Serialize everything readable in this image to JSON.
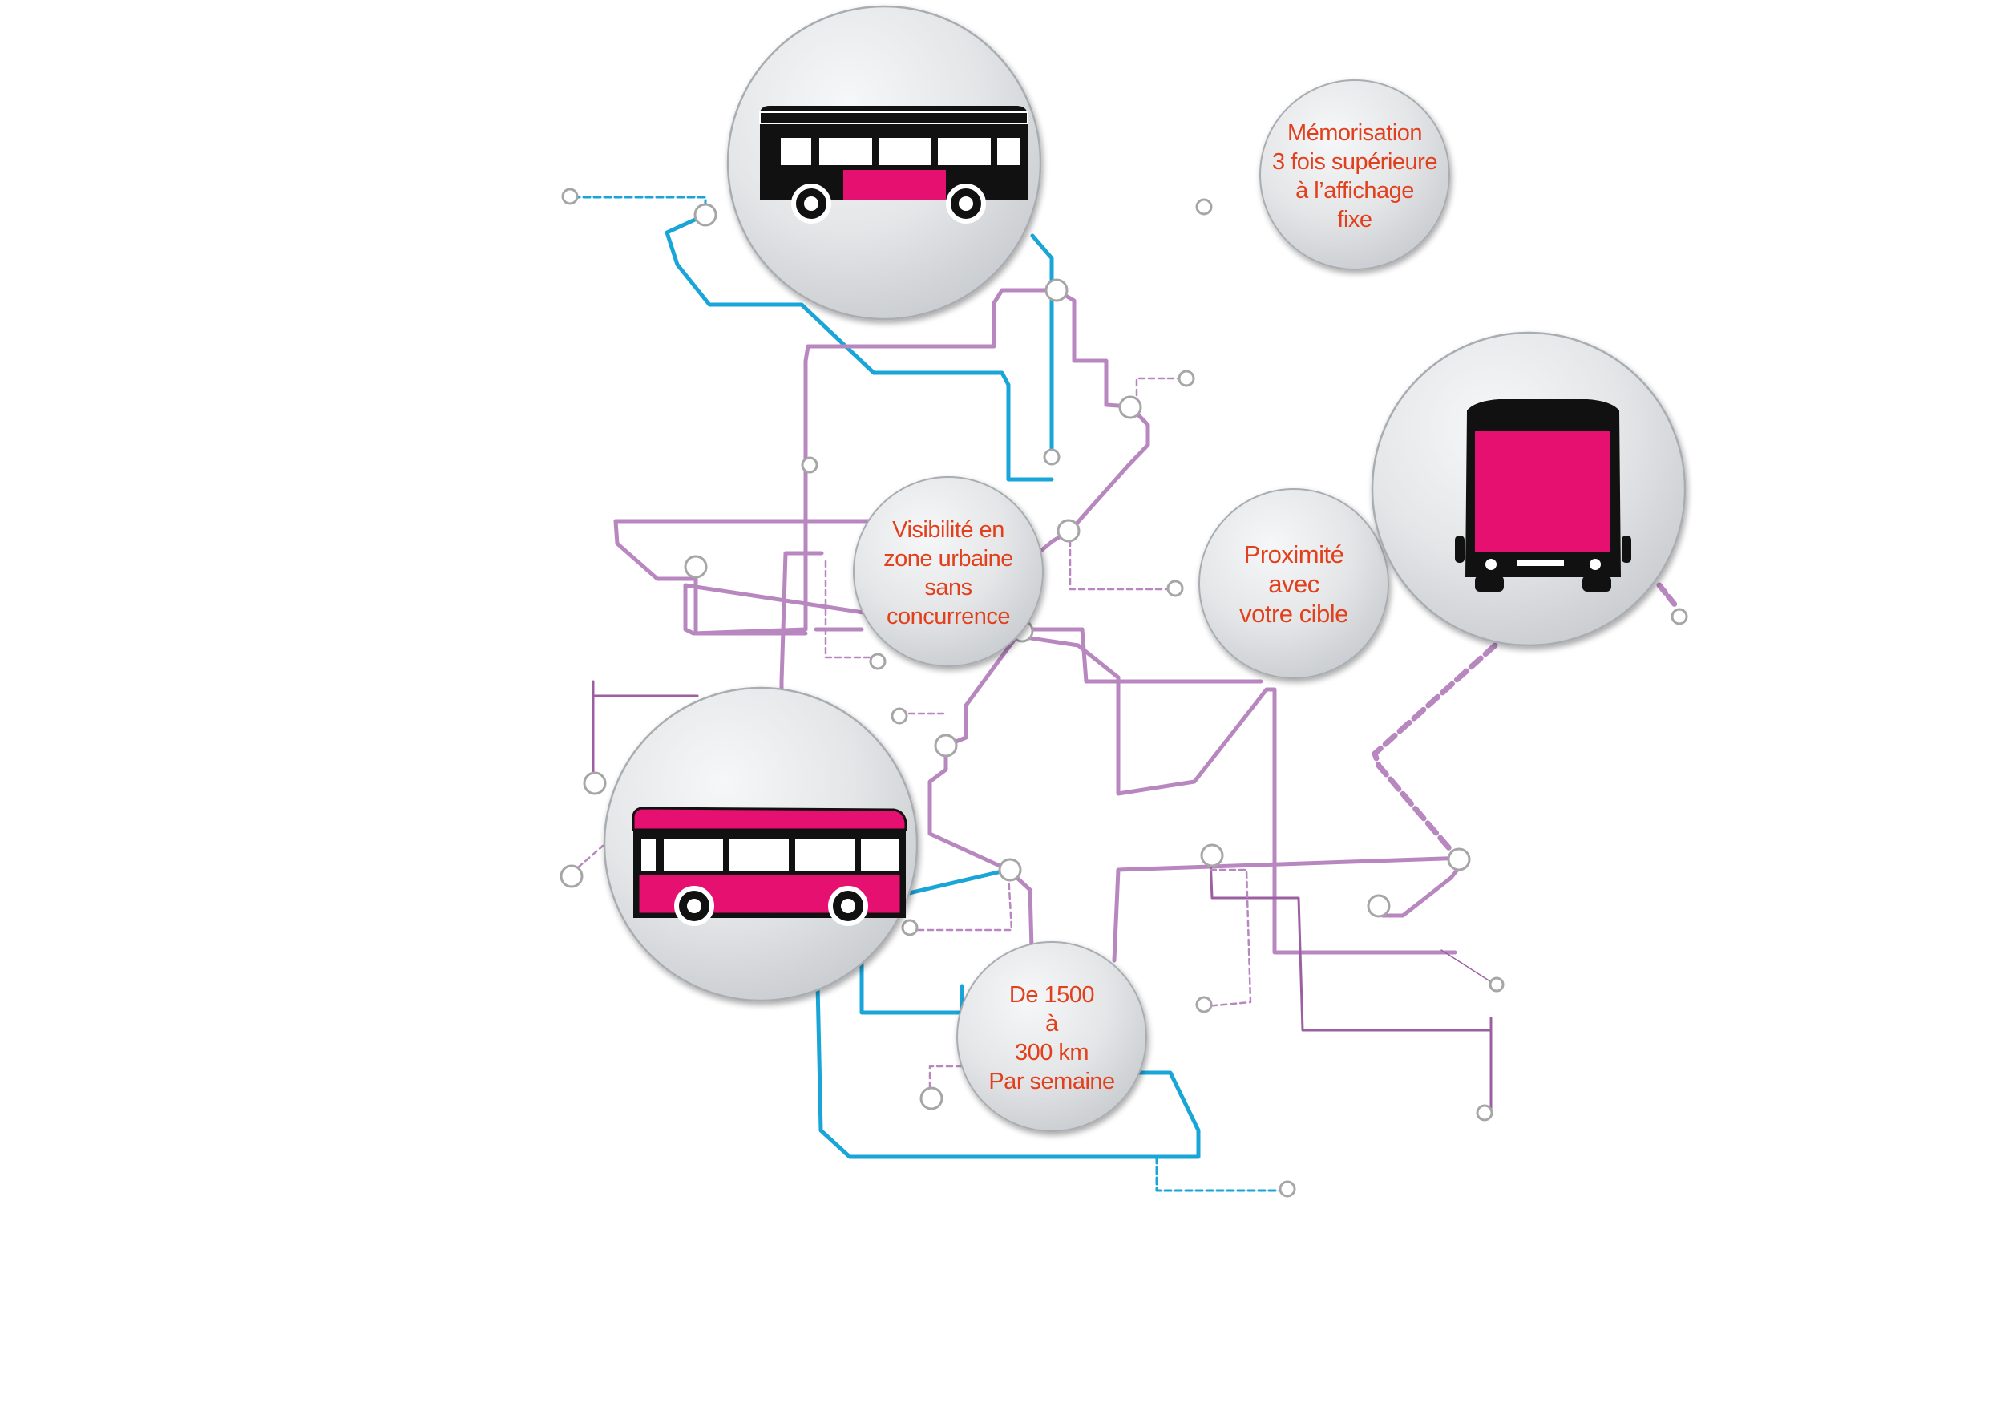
{
  "colors": {
    "line_blue": "#1aa5d8",
    "line_purple": "#b887c0",
    "line_purple_dark": "#9b5fa2",
    "text": "#e2401c",
    "bus_pink": "#e5106f",
    "bus_black": "#111111",
    "bubble_fill": "#e2e4e6",
    "bubble_edge": "#a9adb1",
    "node": "#a6a6a6"
  },
  "icons": {
    "bus_top": "bus-side-black-icon",
    "bus_right": "bus-front-icon",
    "bus_left": "bus-side-pink-icon"
  },
  "bubbles": {
    "memorisation": {
      "lines": [
        "Mémorisation",
        "3 fois supérieure",
        "à l’affichage",
        "fixe"
      ]
    },
    "visibilite": {
      "lines": [
        "Visibilité  en",
        "zone urbaine",
        "sans",
        "concurrence"
      ]
    },
    "proximite": {
      "lines": [
        "Proximité",
        "avec",
        "votre cible"
      ]
    },
    "distance": {
      "lines": [
        "De 1500",
        "à",
        "300 km",
        "Par semaine"
      ]
    }
  }
}
